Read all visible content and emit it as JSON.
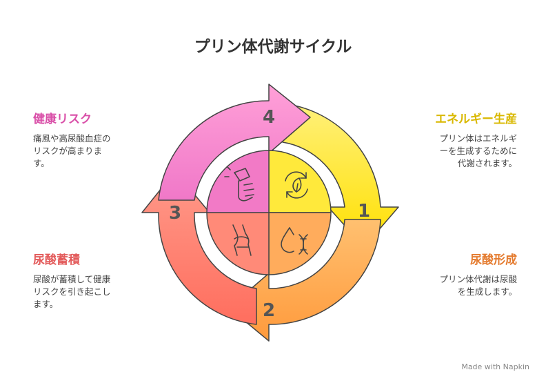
{
  "title": "プリン体代謝サイクル",
  "steps": [
    {
      "number": "1",
      "title": "エネルギー生産",
      "desc": [
        "プリン体はエネルギ",
        "ーを生成するために",
        "代謝されます。"
      ],
      "color": "#d9b800"
    },
    {
      "number": "2",
      "title": "尿酸形成",
      "desc": [
        "プリン体代謝は尿酸",
        "を生成します。"
      ],
      "color": "#e47b2f"
    },
    {
      "number": "3",
      "title": "尿酸蓄積",
      "desc": [
        "尿酸が蓄積して健康",
        "リスクを引き起こし",
        "ます。"
      ],
      "color": "#e35b5b"
    },
    {
      "number": "4",
      "title": "健康リスク",
      "desc": [
        "痛風や高尿酸血症の",
        "リスクが高まりま",
        "す。"
      ],
      "color": "#d94fa8"
    }
  ],
  "footer": "Made with Napkin"
}
